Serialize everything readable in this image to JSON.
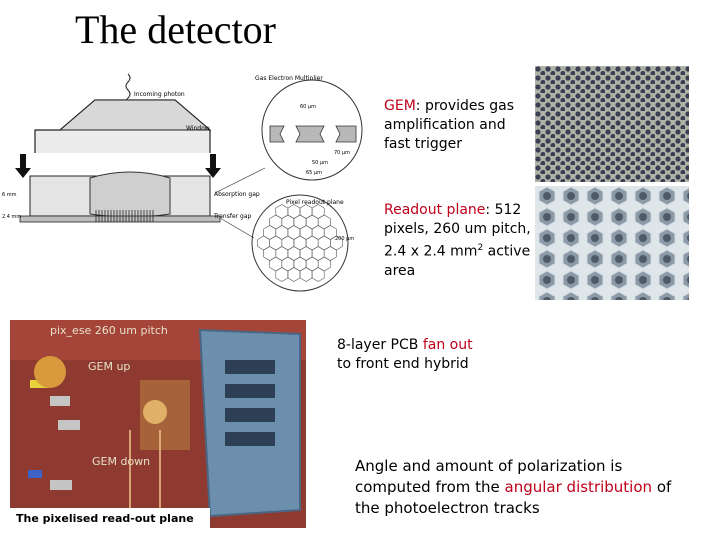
{
  "slide": {
    "title": "The detector"
  },
  "diagram": {
    "labels": {
      "gem": "Gas Electron Multiplier",
      "photon": "Incoming photon",
      "window": "Window",
      "absorption": "Absorption gap",
      "transfer": "Transfer gap",
      "readout": "Pixel readout plane",
      "d1": "60 µm",
      "d2": "70 µm",
      "d3": "50 µm",
      "d4": "65 µm",
      "d5": "200 µm",
      "left1": "6 mm",
      "left2": "2.4 mm"
    }
  },
  "captions": {
    "gem_term": "GEM",
    "gem_text": ": provides gas amplification and fast trigger",
    "readout_term": "Readout plane",
    "readout_text": ": 512 pixels, 260 um pitch, 2.4 x 2.4 mm",
    "readout_sup": "2",
    "readout_tail": " active area",
    "pcb_a": "8-layer PCB ",
    "pcb_term": "fan out",
    "pcb_b": " to front end hybrid",
    "angle_a": "Angle and amount of polarization is computed from the ",
    "angle_term": "angular distribution",
    "angle_b": " of the photoelectron tracks"
  },
  "photo": {
    "caption": "The pixelised read-out plane",
    "t1": "pix_ese 260 um pitch",
    "t2": "GEM up",
    "t3": "GEM down"
  }
}
